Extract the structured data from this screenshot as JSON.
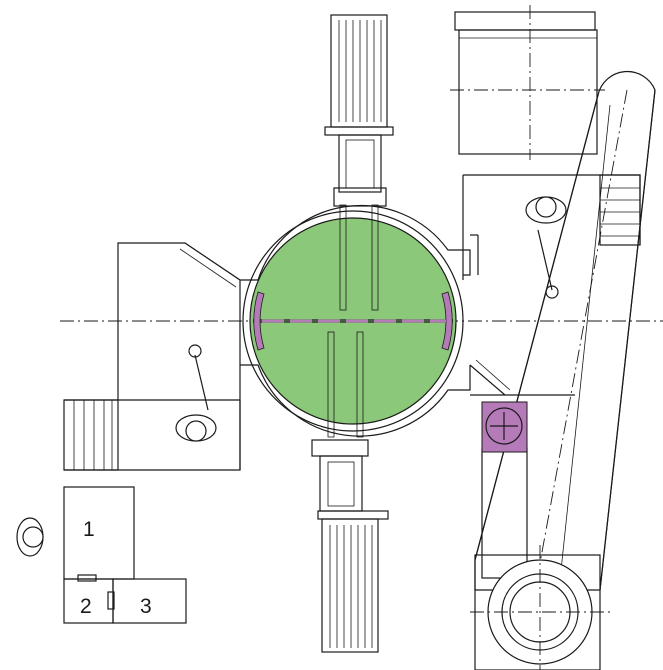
{
  "labels": {
    "station_1": "1",
    "station_2": "2",
    "station_3": "3"
  },
  "colors": {
    "line": "#1a1a1a",
    "table_fill": "#8cc87a",
    "magenta": "#b57ab8",
    "background": "#ffffff"
  }
}
